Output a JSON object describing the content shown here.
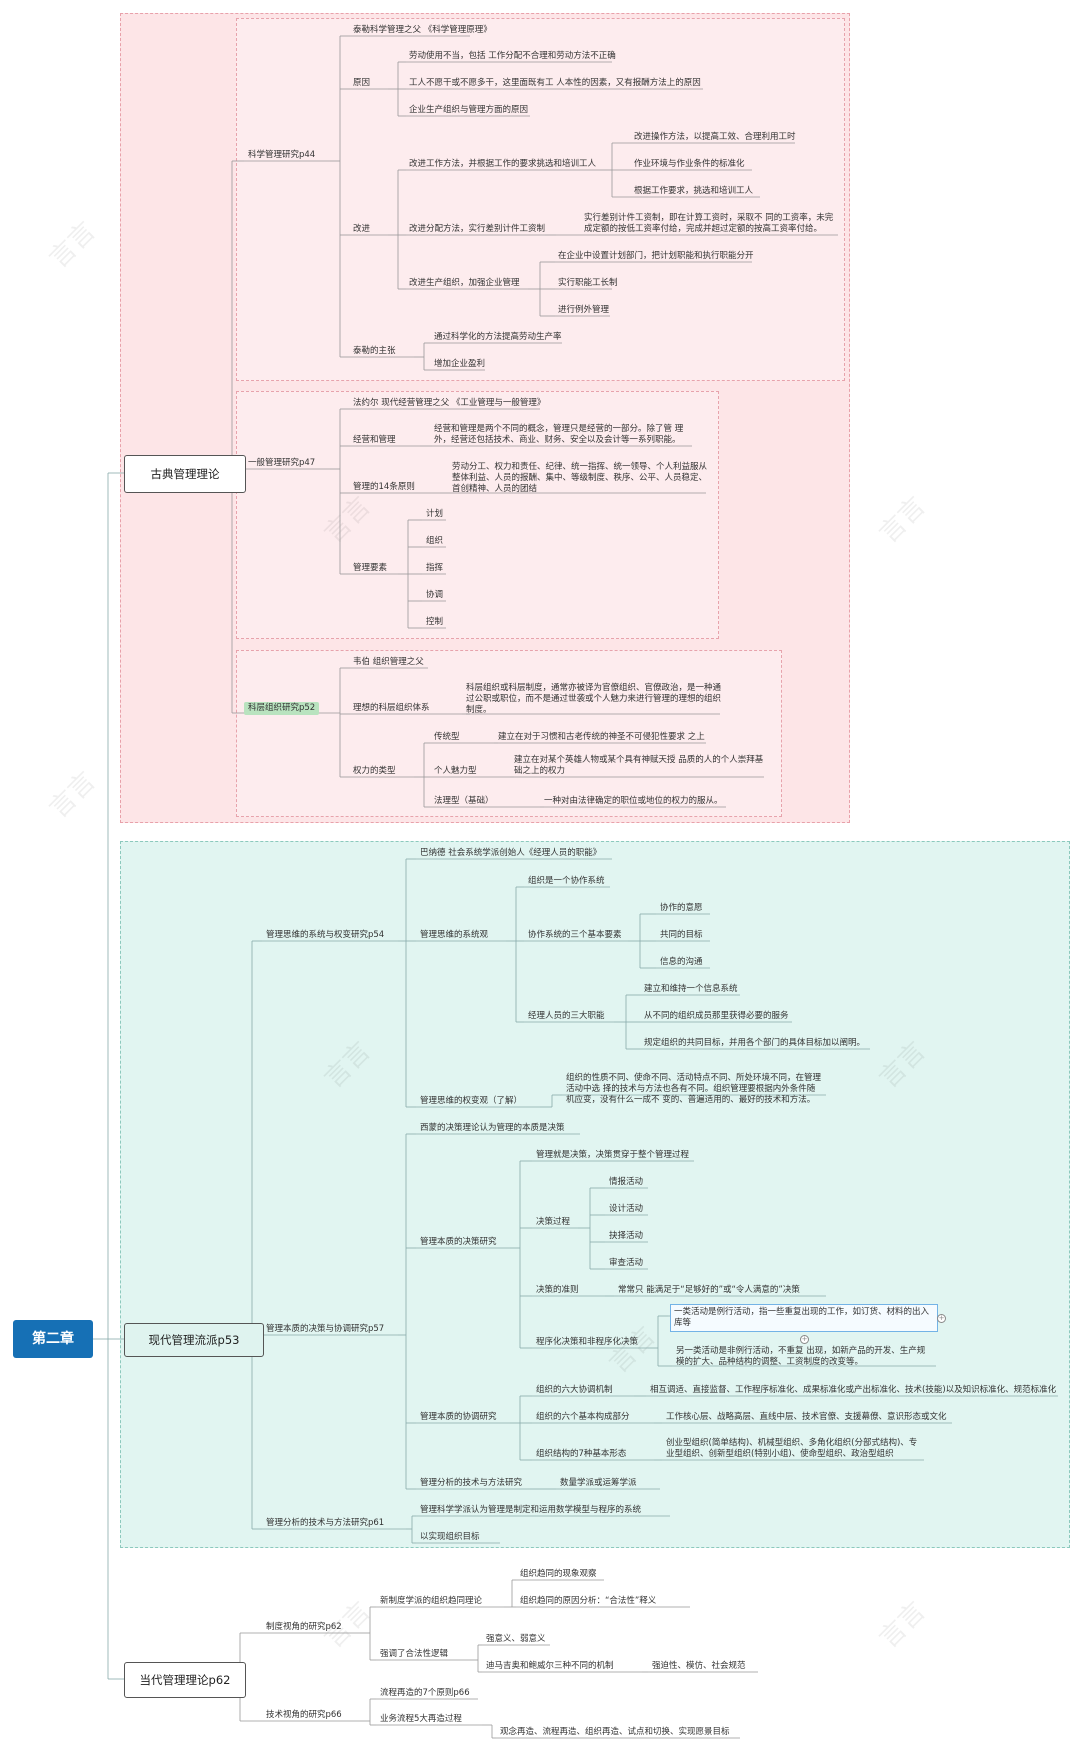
{
  "root": "第二章",
  "watermark": "言言",
  "classical": {
    "title": "古典管理理论",
    "sci": {
      "label": "科学管理研究p44",
      "father": "泰勒科学管理之父   《科学管理原理》",
      "reason_label": "原因",
      "reasons": [
        "劳动使用不当，包括  工作分配不合理和劳动方法不正确",
        "工人不愿干或不愿多干，这里面既有工  人本性的因素，又有报酬方法上的原因",
        "企业生产组织与管理方面的原因"
      ],
      "improve_label": "改进",
      "imp1": "改进工作方法，并根据工作的要求挑选和培训工人",
      "imp1_items": [
        "改进操作方法，以提高工效、合理利用工时",
        "作业环境与作业条件的标准化",
        "根据工作要求，挑选和培训工人"
      ],
      "imp2": "改进分配方法，实行差别计件工资制",
      "imp2_detail": "实行差别计件工资制，即在计算工资时，采取不  同的工资率，未完成定额的按低工资率付给，完成并超过定额的按高工资率付给。",
      "imp3": "改进生产组织，加强企业管理",
      "imp3_items": [
        "在企业中设置计划部门，把计划职能和执行职能分开",
        "实行职能工长制",
        "进行例外管理"
      ],
      "claim_label": "泰勒的主张",
      "claims": [
        "通过科学化的方法提高劳动生产率",
        "增加企业盈利"
      ]
    },
    "gen": {
      "label": "一般管理研究p47",
      "father": "法约尔 现代经营管理之父 《工业管理与一般管理》",
      "biz_label": "经营和管理",
      "biz_text": "经营和管理是两个不同的概念，管理只是经营的一部分。除了管  理外，经营还包括技术、商业、财务、安全以及会计等一系列职能。",
      "p14_label": "管理的14条原则",
      "p14_text": "劳动分工、权力和责任、纪律、统一指挥、统一领导、个人利益服从整体利益、人员的报酬、集中、等级制度、秩序、公平、人员稳定、首创精神、人员的团结",
      "elem_label": "管理要素",
      "elements": [
        "计划",
        "组织",
        "指挥",
        "协调",
        "控制"
      ]
    },
    "bur": {
      "label": "科层组织研究p52",
      "father": "韦伯  组织管理之父",
      "ideal_label": "理想的科层组织体系",
      "ideal_text": "科层组织或科层制度，通常亦被译为官僚组织、官僚政治，是一种通过公职或职位，而不是通过世袭或个人魅力来进行管理的理想的组织制度。",
      "power_label": "权力的类型",
      "powers": [
        {
          "k": "传统型",
          "v": "建立在对于习惯和古老传统的神圣不可侵犯性要求  之上"
        },
        {
          "k": "个人魅力型",
          "v": "建立在对某个英雄人物或某个具有神赋天授  品质的人的个人崇拜基础之上的权力"
        },
        {
          "k": "法理型（基础）",
          "v": "一种对由法律确定的职位或地位的权力的服从。"
        }
      ]
    }
  },
  "modern": {
    "title": "现代管理流派p53",
    "sys": {
      "label": "管理思维的系统与权变研究p54",
      "barnard": "巴纳德 社会系统学派创始人《经理人员的职能》",
      "sys_label": "管理思维的系统观",
      "org_coop": "组织是一个协作系统",
      "three_label": "协作系统的三个基本要素",
      "three": [
        "协作的意愿",
        "共同的目标",
        "信息的沟通"
      ],
      "duties_label": "经理人员的三大职能",
      "duties": [
        "建立和维持一个信息系统",
        "从不同的组织成员那里获得必要的服务",
        "规定组织的共同目标，并用各个部门的具体目标加以阐明。"
      ],
      "cont_label": "管理思维的权变观（了解）",
      "cont_text": "组织的性质不同、使命不同、活动特点不同、所处环境不同，在管理活动中选  择的技术与方法也各有不同。组织管理要根据内外条件随机应变，没有什么一成不  变的、普遍适用的、最好的技术和方法。"
    },
    "dec": {
      "label": "管理本质的决策与协调研究p57",
      "simon": "西蒙的决策理论认为管理的本质是决策",
      "essence_label": "管理本质的决策研究",
      "mgmt_is_dec": "管理就是决策，决策贯穿于整个管理过程",
      "process_label": "决策过程",
      "process": [
        "情报活动",
        "设计活动",
        "抉择活动",
        "审查活动"
      ],
      "criterion_label": "决策的准则",
      "criterion": "常常只 能满足于“足够好的”或“令人满意的”决策",
      "prog_label": "程序化决策和非程序化决策",
      "prog1": "一类活动是例行活动，指一些重复出现的工作，如订货、材料的出入库等",
      "prog2": "另一类活动是非例行活动，不重复  出现，如新产品的开发、生产规模的扩大、品种结构的调整、工资制度的改变等。",
      "coord_label": "管理本质的协调研究",
      "coord": [
        {
          "k": "组织的六大协调机制",
          "v": "相互调适、直接监督、工作程序标准化、成果标准化或产出标准化、技术(技能)以及知识标准化、规范标准化"
        },
        {
          "k": "组织的六个基本构成部分",
          "v": "工作核心层、战略高层、直线中层、技术官僚、支援幕僚、意识形态或文化"
        },
        {
          "k": "组织结构的7种基本形态",
          "v": "创业型组织(简单结构)、机械型组织、多角化组织(分部式结构)、专业型组织、创新型组织(特别小组)、使命型组织、政治型组织"
        }
      ],
      "tech_label": "管理分析的技术与方法研究",
      "tech_val": "数量学派或运筹学派"
    },
    "ana": {
      "label": "管理分析的技术与方法研究p61",
      "items": [
        "管理科学学派认为管理是制定和运用数学模型与程序的系统",
        "以实现组织目标"
      ]
    }
  },
  "contemporary": {
    "title": "当代管理理论p62",
    "inst": {
      "label": "制度视角的研究p62",
      "new_label": "新制度学派的组织趋同理论",
      "new_items": [
        "组织趋同的现象观察",
        "组织趋同的原因分析：“合法性”释义"
      ],
      "legit_label": "强调了合法性逻辑",
      "legit_items": [
        "强意义、弱意义"
      ],
      "dimaggio_label": "迪马吉奥和鲍威尔三种不同的机制",
      "dimaggio_val": "强迫性、模仿、社会规范"
    },
    "tech": {
      "label": "技术视角的研究p66",
      "reeng": "流程再造的7个原则p66",
      "five_label": "业务流程5大再造过程",
      "five_val": "观念再造、流程再造、组织再造、试点和切换、实现愿景目标"
    }
  }
}
